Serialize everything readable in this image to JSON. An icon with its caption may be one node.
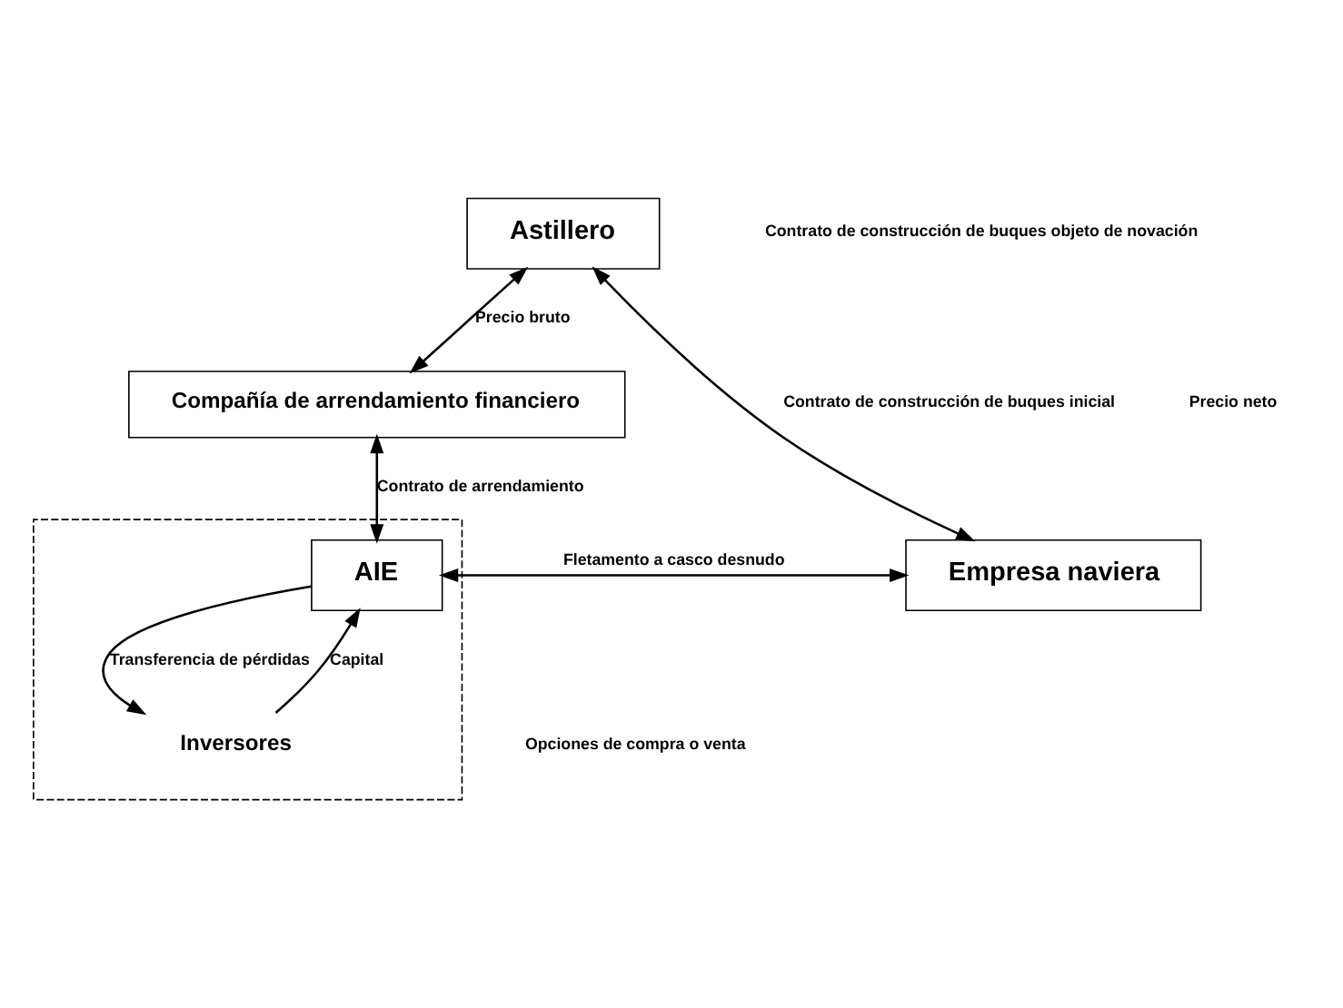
{
  "diagram": {
    "nodes": [
      {
        "text": [
          "Astillero"
        ]
      },
      {
        "text": [
          "Compañía de arrendamiento financiero"
        ]
      },
      {
        "text": [],
        "shape": "box"
      },
      {
        "text": [
          "AIE"
        ],
        "in": 2
      },
      {
        "text": [
          "Inversores"
        ],
        "in": 2
      },
      {
        "text": [
          "Empresa naviera"
        ]
      }
    ],
    "edges": [
      {
        "from": 0,
        "to": 1,
        "arrow": "both",
        "label": "Precio bruto"
      },
      {
        "from": 1,
        "to": 3,
        "arrow": "both",
        "label": "Contrato de arrendamiento"
      },
      {
        "from": 3,
        "to": 5,
        "arrow": "both",
        "label": "Fletamento a casco desnudo"
      },
      {
        "from": 0,
        "to": 5,
        "arrow": "both",
        "label": "Contrato de construcción de buques inicial"
      },
      {
        "from": 3,
        "to": 4,
        "arrow": "to",
        "label": "Transferencia de pérdidas"
      },
      {
        "from": 4,
        "to": 3,
        "arrow": "to",
        "label": "Capital"
      }
    ],
    "labels": [
      "Contrato de construcción de buques objeto de novación",
      "Precio neto",
      "Opciones de compra o venta"
    ]
  }
}
